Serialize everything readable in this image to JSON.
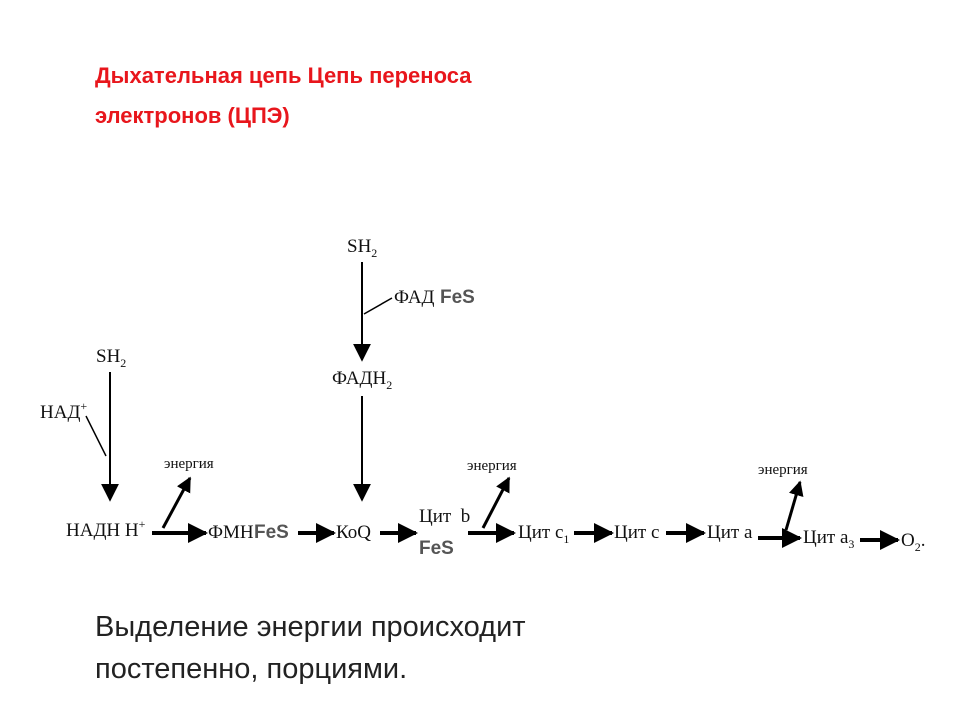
{
  "title": {
    "line1": "Дыхательная цепь Цепь переноса",
    "line2": "электронов (ЦПЭ)"
  },
  "caption": {
    "line1": "Выделение энергии происходит",
    "line2": "постепенно, порциями."
  },
  "diagram": {
    "sh2_top": "SH",
    "sh2_top_sub": "2",
    "fad": "ФАД",
    "fes_1": "FeS",
    "fadh2": "ФАДН",
    "fadh2_sub": "2",
    "sh2_left": "SH",
    "sh2_left_sub": "2",
    "nad_plus": "НАД",
    "nad_plus_sup": "+",
    "nadh": "НАДН Н",
    "nadh_sup": "+",
    "energy_1": "энергия",
    "fmn": "ФМН",
    "fes_2": "FeS",
    "koq": "КоQ",
    "cyt_b": "Цит  b",
    "fes_3": "FeS",
    "energy_2": "энергия",
    "cyt_c1": "Цит с",
    "cyt_c1_sub": "1",
    "cyt_c": "Цит с",
    "cyt_a": "Цит а",
    "energy_3": "энергия",
    "cyt_a3": "Цит а",
    "cyt_a3_sub": "3",
    "o2": "O",
    "o2_sub": "2",
    "o2_dot": "."
  }
}
